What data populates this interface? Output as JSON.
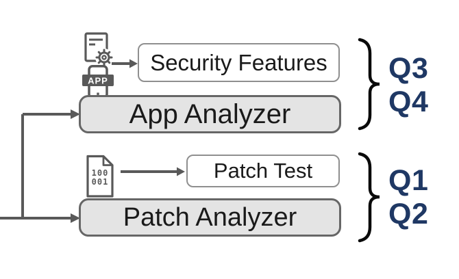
{
  "diagram": {
    "top_group": {
      "app_icon_label": "APP",
      "output_box_label": "Security Features",
      "analyzer_box_label": "App Analyzer",
      "quarters": [
        "Q3",
        "Q4"
      ]
    },
    "bottom_group": {
      "binary_file_lines": [
        "100",
        "001"
      ],
      "output_box_label": "Patch Test",
      "analyzer_box_label": "Patch Analyzer",
      "quarters": [
        "Q1",
        "Q2"
      ]
    },
    "colors": {
      "analyzer_fill": "#e4e4e4",
      "analyzer_border": "#666666",
      "output_border": "#8f8f8f",
      "connector": "#595959",
      "quarter_text": "#1f3864",
      "brace": "#0a0a0a"
    }
  }
}
